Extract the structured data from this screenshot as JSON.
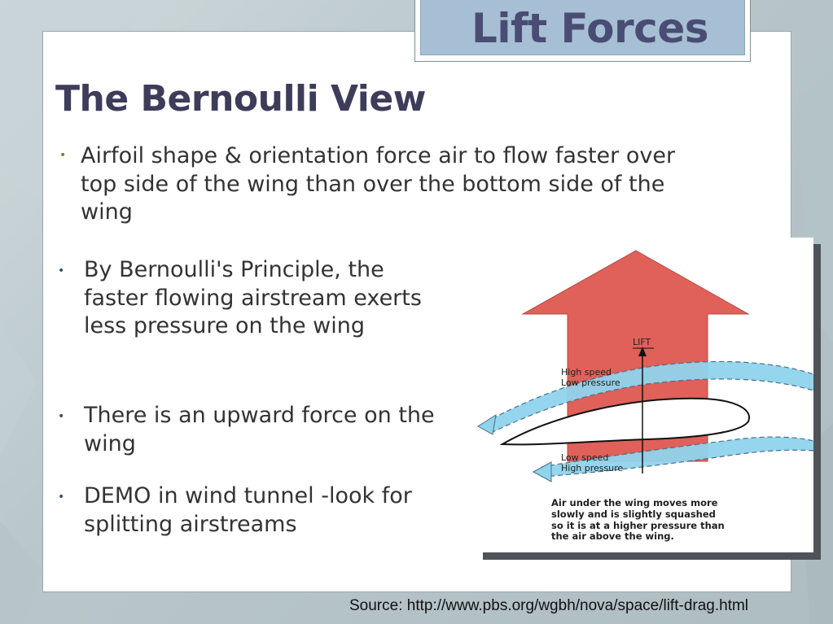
{
  "slide": {
    "title": "Lift Forces",
    "heading": "The Bernoulli View",
    "bullets": [
      "Airfoil shape & orientation force air to flow faster over top side of the wing than over the bottom side of the wing",
      "By Bernoulli's Principle, the faster flowing airstream exerts less pressure on the wing",
      "There is an upward force on the wing",
      "DEMO in wind tunnel -look for splitting airstreams"
    ],
    "bullet_symbol": "•",
    "source": "Source: http://www.pbs.org/wgbh/nova/space/lift-drag.html"
  },
  "figure": {
    "lift_label": "LIFT",
    "top_label_line1": "High speed",
    "top_label_line2": "Low pressure",
    "bottom_label_line1": "Low speed",
    "bottom_label_line2": "High pressure",
    "caption": "Air under the wing moves more slowly and is slightly squashed so it is at a higher pressure than the air above the wing."
  },
  "colors": {
    "title_tab": "#a7bfd4",
    "title_text": "#4a4d73",
    "heading_text": "#3d3c5a",
    "arrow_red": "#e0605a",
    "airstream_blue": "#8fd3ec"
  }
}
